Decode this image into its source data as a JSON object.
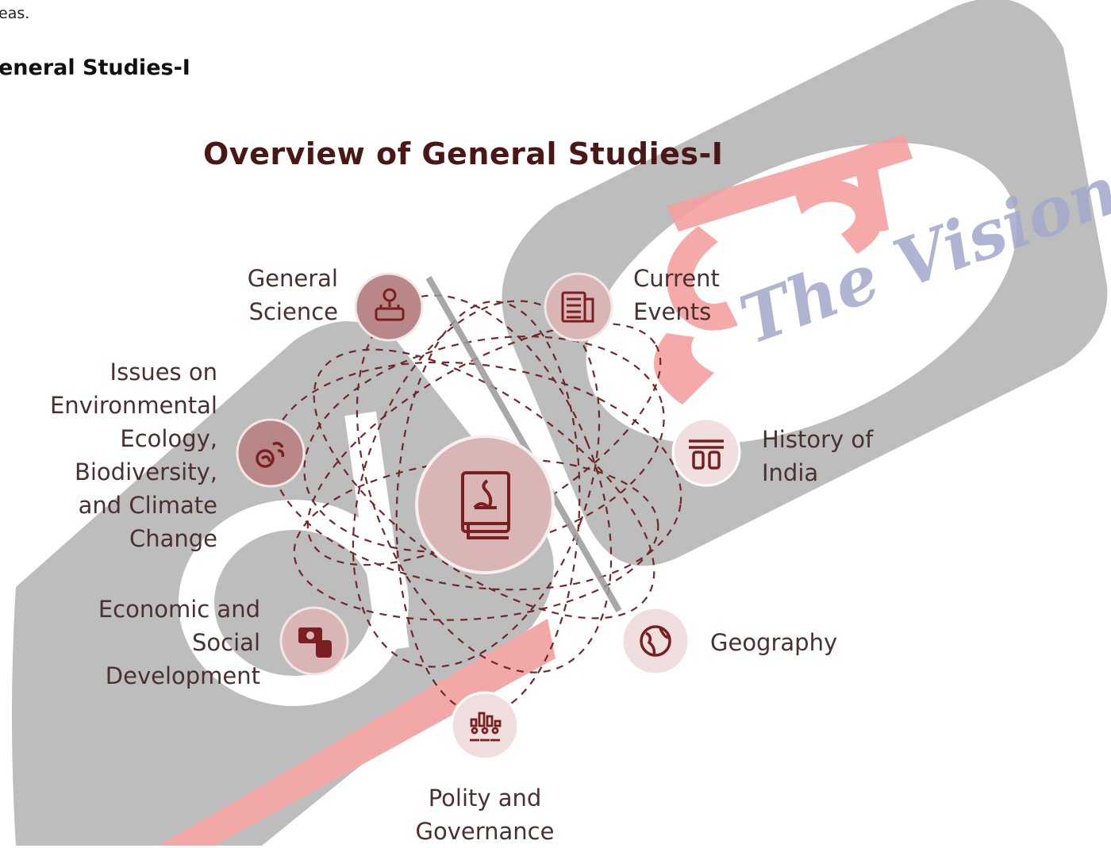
{
  "page": {
    "intro_fragment": "eas.",
    "section_heading": "eneral Studies-I"
  },
  "watermark": {
    "text": "The Vision",
    "colors": {
      "panel": "#bdbdbd",
      "accent": "#f3a8a8",
      "text": "#a3a8cc"
    }
  },
  "diagram": {
    "title": "Overview of General Studies-I",
    "center_icon": "book-icon",
    "colors": {
      "node_fill": "#d8b6b6",
      "icon": "#7a1f1f",
      "line": "#6b1e1e",
      "text": "#4b3030",
      "title": "#4a1717"
    },
    "nodes": [
      {
        "id": "general-science",
        "label_lines": [
          "General",
          "Science"
        ],
        "icon": "science-icon"
      },
      {
        "id": "current-events",
        "label_lines": [
          "Current",
          "Events"
        ],
        "icon": "newspaper-icon"
      },
      {
        "id": "history-of-india",
        "label_lines": [
          "History of",
          "India"
        ],
        "icon": "monument-icon"
      },
      {
        "id": "geography",
        "label_lines": [
          "Geography"
        ],
        "icon": "globe-icon"
      },
      {
        "id": "polity-and-governance",
        "label_lines": [
          "Polity and",
          "Governance"
        ],
        "icon": "people-chart-icon"
      },
      {
        "id": "economic-and-social-development",
        "label_lines": [
          "Economic and",
          "Social",
          "Development"
        ],
        "icon": "money-icon"
      },
      {
        "id": "environment",
        "label_lines": [
          "Issues on",
          "Environmental",
          "Ecology,",
          "Biodiversity,",
          "and Climate",
          "Change"
        ],
        "icon": "ecology-icon"
      }
    ]
  }
}
